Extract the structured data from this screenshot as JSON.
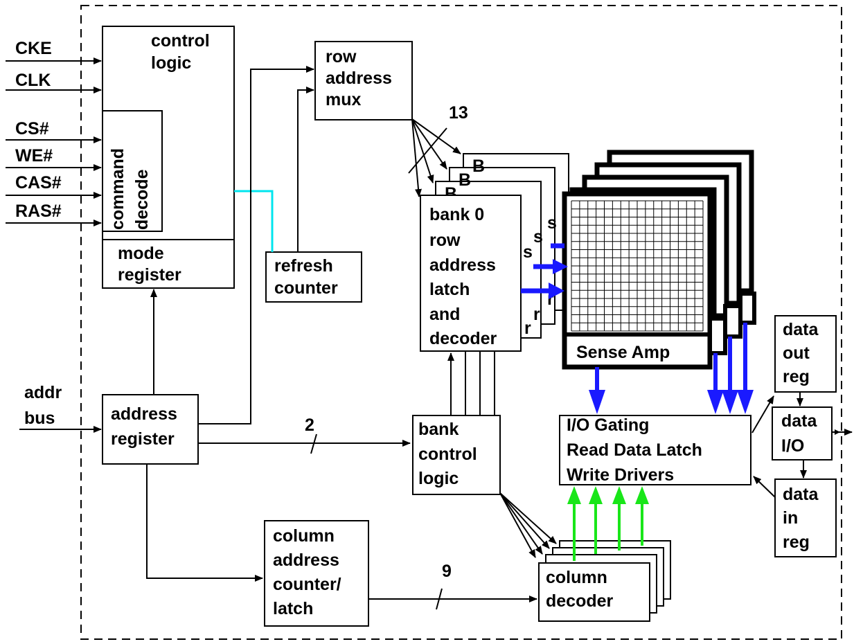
{
  "inputs": {
    "cke": "CKE",
    "clk": "CLK",
    "cs": "CS#",
    "we": "WE#",
    "cas": "CAS#",
    "ras": "RAS#",
    "addr_line1": "addr",
    "addr_line2": "bus"
  },
  "blocks": {
    "control_logic": [
      "control",
      "logic"
    ],
    "command_decode": [
      "command",
      "decode"
    ],
    "mode_register": [
      "mode",
      "register"
    ],
    "row_address_mux": [
      "row",
      "address",
      "mux"
    ],
    "refresh_counter": [
      "refresh",
      "counter"
    ],
    "bank0_row": [
      "bank 0",
      "row",
      "address",
      "latch",
      "and",
      "decoder"
    ],
    "sense_amp": "Sense Amp",
    "address_register": [
      "address",
      "register"
    ],
    "bank_control_logic": [
      "bank",
      "control",
      "logic"
    ],
    "io_gating": [
      "I/O Gating",
      "Read Data Latch",
      "Write Drivers"
    ],
    "data_out_reg": [
      "data",
      "out",
      "reg"
    ],
    "data_io": [
      "data",
      "I/O"
    ],
    "data_in_reg": [
      "data",
      "in",
      "reg"
    ],
    "column_address_counter": [
      "column",
      "address",
      "counter/",
      "latch"
    ],
    "column_decoder": [
      "column",
      "decoder"
    ]
  },
  "bus_widths": {
    "row": "13",
    "bank": "2",
    "column": "9"
  },
  "colors": {
    "refresh_wire": "#00e5ee",
    "data_bus_read": "#1a1aff",
    "data_bus_write": "#19e619"
  }
}
